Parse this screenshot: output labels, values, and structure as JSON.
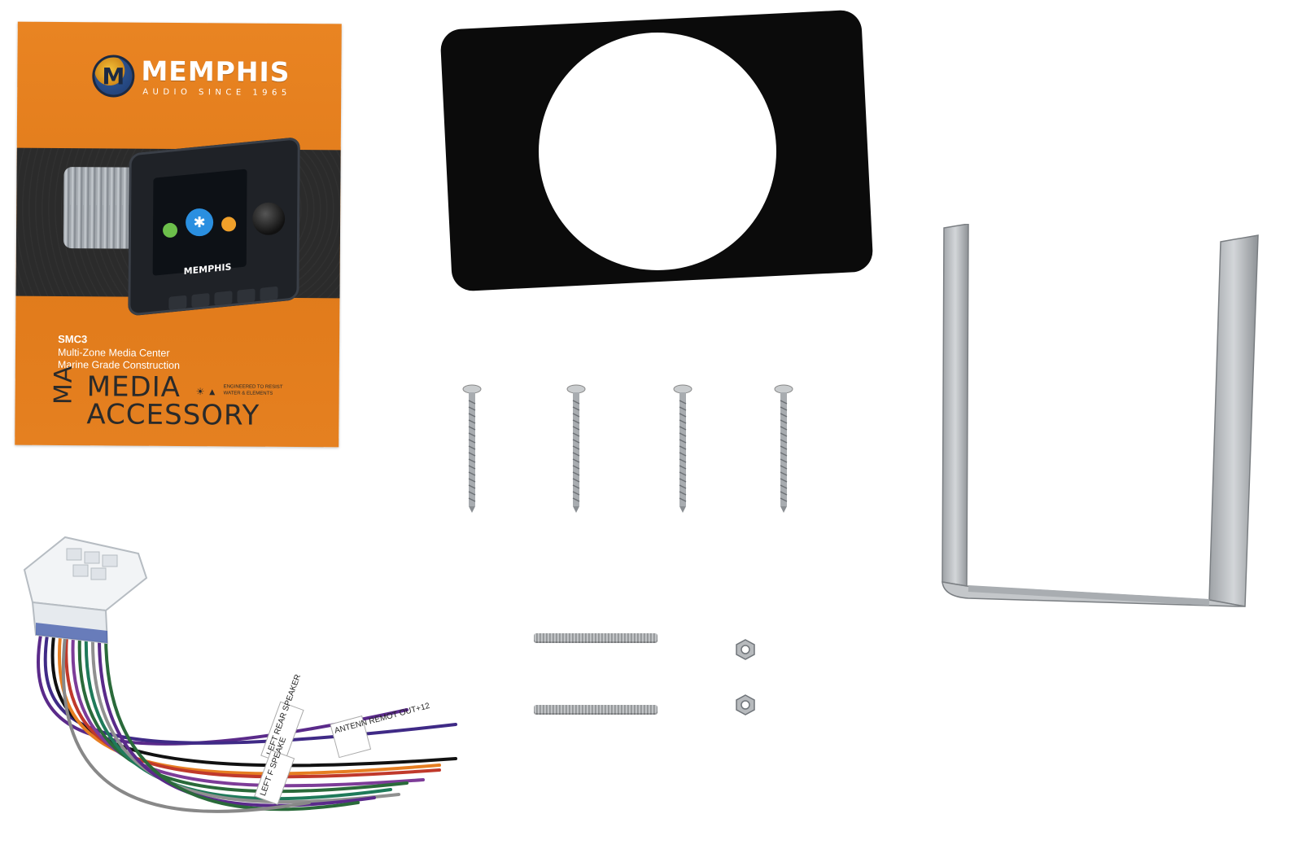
{
  "manual": {
    "brand": "MEMPHIS",
    "logo_letter": "M",
    "tagline": "AUDIO SINCE 1965",
    "model": "SMC3",
    "line1": "Multi-Zone Media Center",
    "line2": "Marine Grade Construction",
    "ma_mark": "MA",
    "media": "MEDIA",
    "accessory": "ACCESSORY",
    "engineered": "ENGINEERED TO RESIST WATER & ELEMENTS",
    "device_name": "MEMPHIS",
    "colors": {
      "cover": "#e98422",
      "band": "#2b2b2b",
      "text_dark": "#2a2a2a"
    }
  },
  "gasket": {
    "color": "#0b0b0b"
  },
  "bracket": {
    "color": "#b9bcbf"
  },
  "hardware": {
    "screws": 4,
    "bolts": 2,
    "nuts": 2
  },
  "harness": {
    "labels": [
      "ANTENN REMOT OUT+12",
      "LEFT REAR SPEAKER",
      "LEFT F SPEAKE"
    ],
    "wire_colors": [
      "#5a2a8a",
      "#3f2a86",
      "#2a6a3a",
      "#c0392b",
      "#7d3c98",
      "#1f7a5a",
      "#e67e22",
      "#909090",
      "#ffffff",
      "#111111"
    ]
  }
}
